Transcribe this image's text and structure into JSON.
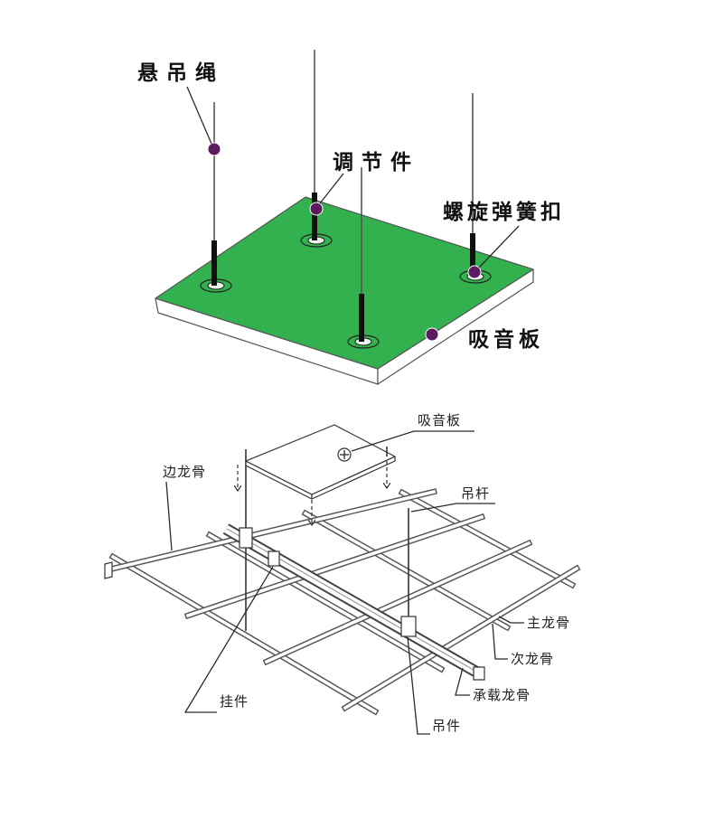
{
  "top_diagram": {
    "labels": {
      "suspension_rope": "悬吊绳",
      "adjuster": "调节件",
      "spring_clip": "螺旋弹簧扣",
      "acoustic_panel": "吸音板"
    }
  },
  "bottom_diagram": {
    "labels": {
      "acoustic_panel": "吸音板",
      "edge_trim": "边龙骨",
      "hanger_rod": "吊杆",
      "main_tee": "主龙骨",
      "cross_tee": "次龙骨",
      "carrying_channel": "承载龙骨",
      "hanging_clip": "挂件",
      "hanger": "吊件"
    }
  },
  "colors": {
    "panel_green": "#33b14e",
    "marker_purple": "#5c1b60"
  }
}
